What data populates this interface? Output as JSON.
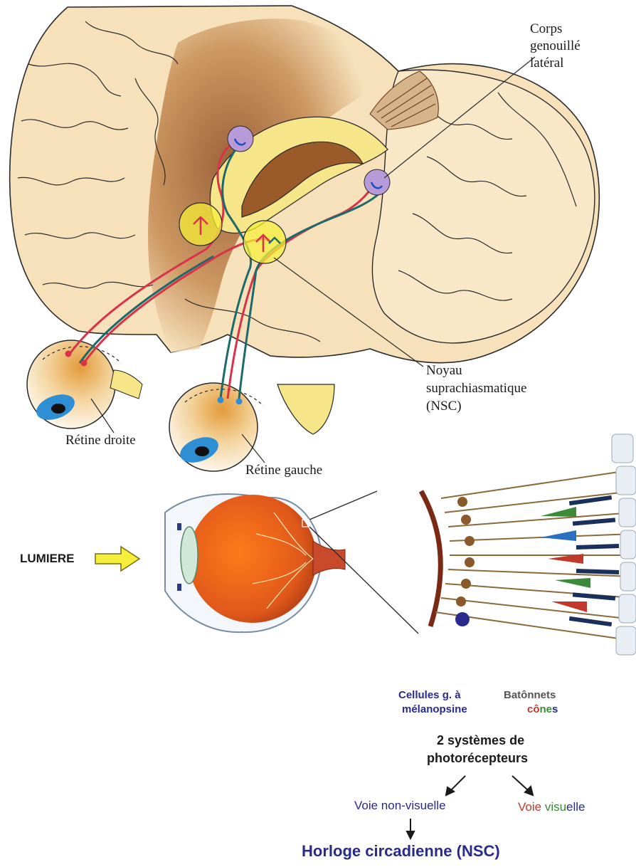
{
  "brain_labels": {
    "lgn_line1": "Corps",
    "lgn_line2": "genouillé",
    "lgn_line3": "latéral",
    "scn_line1": "Noyau",
    "scn_line2": "suprachiasmatique",
    "scn_line3": "(NSC)",
    "right_retina": "Rétine droite",
    "left_retina": "Rétine gauche"
  },
  "eye_labels": {
    "light": "LUMIERE"
  },
  "retina_labels": {
    "melanopsin_line1": "Cellules g. à",
    "melanopsin_line2": "mélanopsine",
    "rods": "Batônnets",
    "cones_part1": "cô",
    "cones_part2": "ne",
    "cones_part3": "s"
  },
  "flow": {
    "systems_line1": "2 systèmes de",
    "systems_line2": "photorécepteurs",
    "non_visual": "Voie non-visuelle",
    "visual_part1": "Voie ",
    "visual_part2": "visu",
    "visual_part3": "elle",
    "clock": "Horloge circadienne (NSC)"
  },
  "colors": {
    "brain_skin": "#f6e1bb",
    "brain_shadow": "#b8743e",
    "thalamus_yellow": "#f7e58a",
    "red_pathway": "#d8334a",
    "teal_pathway": "#1d6a6a",
    "melanopsin_blue": "#2a2a8c",
    "rods_gray": "#555555",
    "cones_red": "#c0392b",
    "cones_green": "#3a8a3a",
    "arrow_yellow": "#f5ee3a"
  }
}
